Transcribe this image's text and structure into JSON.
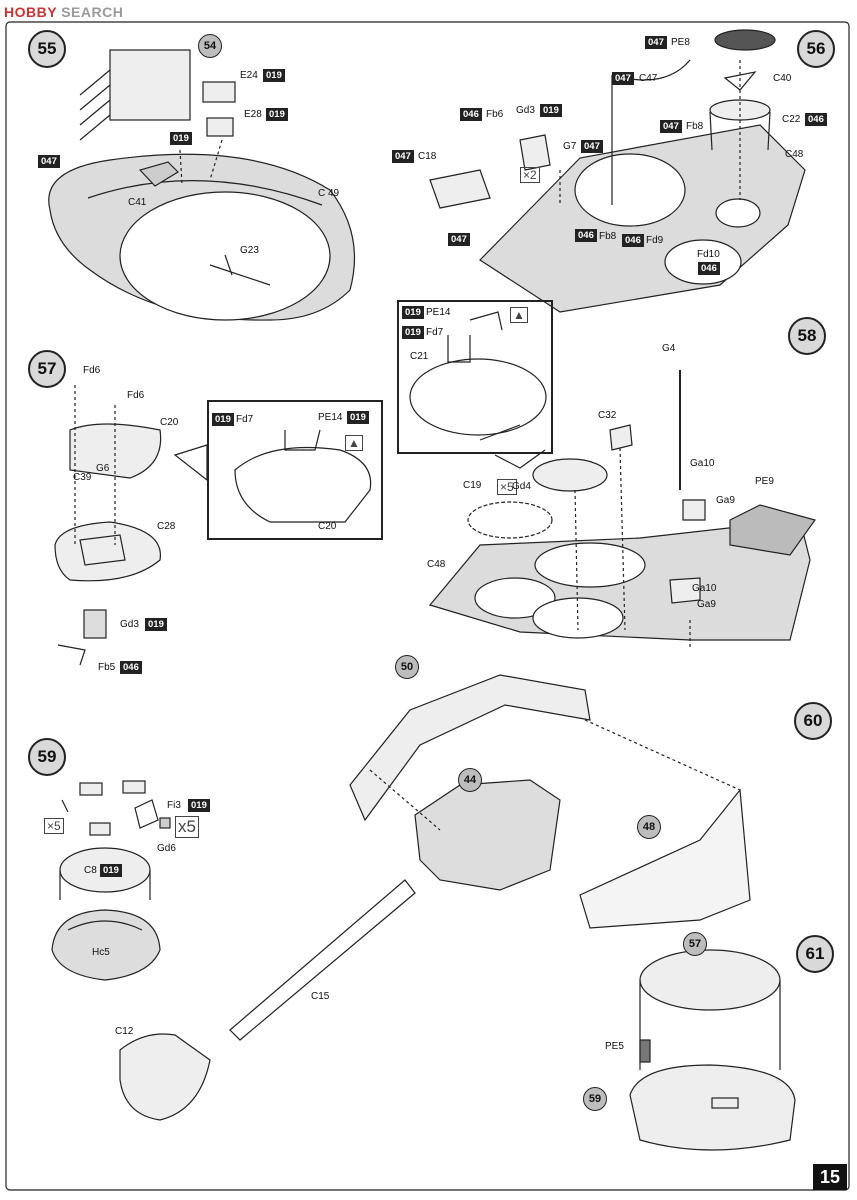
{
  "header": {
    "logo_brand": "HOBBY",
    "logo_search": "SEARCH"
  },
  "page_number": "15",
  "steps": [
    "55",
    "54",
    "56",
    "57",
    "58",
    "59",
    "60",
    "61"
  ],
  "refs": {
    "r54": "54",
    "r50": "50",
    "r44": "44",
    "r48": "48",
    "r57": "57",
    "r59": "59"
  },
  "codes": {
    "c019": "019",
    "c046": "046",
    "c047": "047"
  },
  "labels": {
    "E24": "E24",
    "E28": "E28",
    "C41": "C41",
    "C49": "C 49",
    "G23": "G23",
    "PE8": "PE8",
    "C40": "C40",
    "C22": "C22",
    "C47": "C47",
    "Fb6": "Fb6",
    "Gd3": "Gd3",
    "G7": "G7",
    "Fb8": "Fb8",
    "C48": "C48",
    "C18": "C18",
    "Fd9": "Fd9",
    "Fd10": "Fd10",
    "PE14": "PE14",
    "Fd7": "Fd7",
    "C21": "C21",
    "G4": "G4",
    "C32": "C32",
    "C19": "C19",
    "Gd4": "Gd4",
    "Ga10": "Ga10",
    "Ga9": "Ga9",
    "PE9": "PE9",
    "Fd6": "Fd6",
    "C20": "C20",
    "G6": "G6",
    "C39": "C39",
    "C28": "C28",
    "Fb5": "Fb5",
    "Fi3": "Fi3",
    "Gd6": "Gd6",
    "C8": "C8",
    "Hc5": "Hc5",
    "C15": "C15",
    "C12": "C12",
    "PE5": "PE5"
  },
  "quantities": {
    "x2": "×2",
    "x5": "×5",
    "big_x5": "x5"
  },
  "arrow_up_glyph": "▲"
}
